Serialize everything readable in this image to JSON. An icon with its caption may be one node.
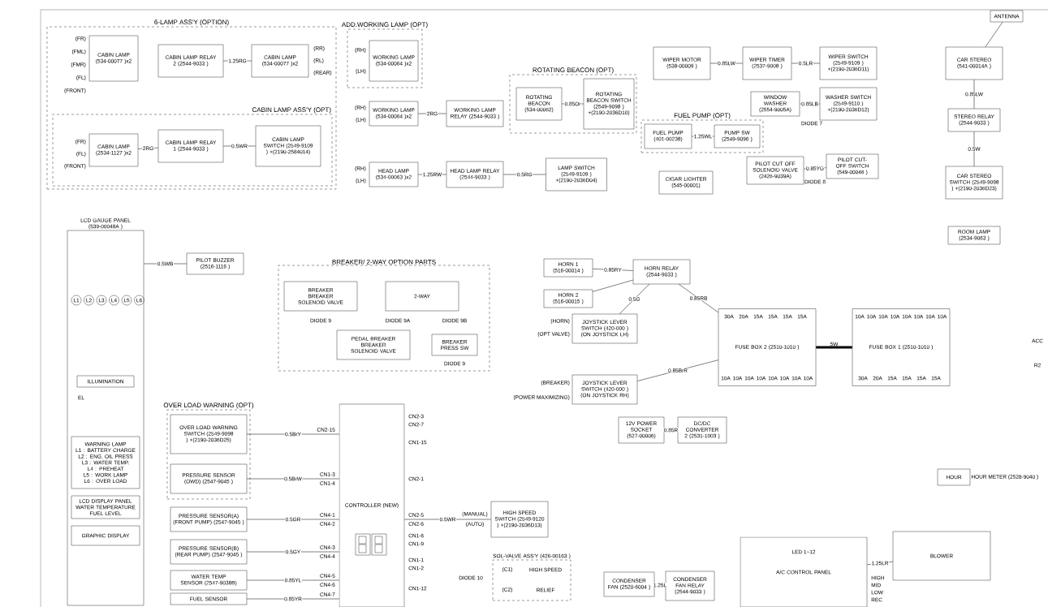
{
  "diagram": {
    "nodes": [
      {
        "text": [
          "6-LAMP ASS'Y (OPTION)"
        ]
      },
      {
        "text": [
          "CABIN LAMP ASS'Y (OPT)"
        ],
        "in": 0
      },
      {
        "text": [
          "CABIN LAMP (534-00077 )x2"
        ],
        "in": 0
      },
      {
        "text": [
          "CABIN LAMP RELAY 2 (2544-9033 )"
        ],
        "in": 0
      },
      {
        "text": [
          "CABIN LAMP (534-00077 )x2"
        ],
        "in": 0
      },
      {
        "text": [
          "CABIN LAMP (2534-1127 )x2"
        ],
        "in": 1
      },
      {
        "text": [
          "CABIN LAMP RELAY 1 (2544-9033 )"
        ],
        "in": 1
      },
      {
        "text": [
          "CABIN LAMP SWITCH (2549-9109 ) +(2190-2584014)"
        ],
        "in": 1
      },
      {
        "text": [
          "ADD.WORKING LAMP (OPT)"
        ]
      },
      {
        "text": [
          "WORKING LAMP (534-00064 )x2"
        ],
        "in": 8
      },
      {
        "text": [
          "WORKING LAMP (534-00064 )x2"
        ]
      },
      {
        "text": [
          "HEAD LAMP (534-00063 )x2"
        ]
      },
      {
        "text": [
          "WORKING LAMP RELAY (2544-9033 )"
        ]
      },
      {
        "text": [
          "HEAD LAMP RELAY (2544-9033 )"
        ]
      },
      {
        "text": [
          "ROTATING BEACON (OPT)"
        ]
      },
      {
        "text": [
          "ROTATING BEACON (534-00062)"
        ],
        "in": 14
      },
      {
        "text": [
          "ROTATING BEACON SWITCH (2549-9098 ) +(2190-2036D10)"
        ],
        "in": 14
      },
      {
        "text": [
          "LAMP SWITCH (2549-9109 ) +(2190-2036D04)"
        ]
      },
      {
        "text": [
          "WIPER MOTOR (538-00009 )"
        ]
      },
      {
        "text": [
          "WIPER TIMER (2537-9008 )"
        ]
      },
      {
        "text": [
          "WIPER SWITCH (2549-9109 ) +(2190-2036D11)"
        ]
      },
      {
        "text": [
          "FUEL PUMP (OPT)"
        ]
      },
      {
        "text": [
          "FUEL PUMP (401-00238)"
        ],
        "in": 21
      },
      {
        "text": [
          "PUMP SW (2549-9096 )"
        ],
        "in": 21
      },
      {
        "text": [
          "CIGAR LIGHTER (545-00001)"
        ]
      },
      {
        "text": [
          "WINDOW WASHER (2554-9005A)"
        ]
      },
      {
        "text": [
          "WASHER SWITCH (2549-9110 ) +(2190-2036D12)"
        ]
      },
      {
        "text": [
          "PILOT CUT OFF SOLENOID VALVE (2426-9039A)"
        ]
      },
      {
        "text": [
          "PILOT CUT-OFF SWITCH (549-00046 )"
        ]
      },
      {
        "text": [
          "CAR STEREO (541-00014A )"
        ]
      },
      {
        "text": [
          "STEREO RELAY (2544-9033 )"
        ]
      },
      {
        "text": [
          "CAR STEREO SWITCH (2549-9098 ) +(2190-2036D23)"
        ]
      },
      {
        "text": [
          "ROOM LAMP (2534-9063 )"
        ]
      },
      {
        "text": [
          "LCD GAUGE PANEL (539-00048A )"
        ]
      },
      {
        "text": [
          "WARNING LAMP",
          "L1 : BATTERY CHARGE",
          "L2 : ENG. OIL PRESS",
          "L3 : WATER TEMP.",
          "L4 : PREHEAT",
          "L5 : WORK LAMP",
          "L6 : OVER LOAD"
        ],
        "in": 33
      },
      {
        "text": [
          "LCD DISPLAY PANEL",
          "WATER TEMPERATURE",
          "FUEL LEVEL"
        ],
        "in": 33
      },
      {
        "text": [
          "GRAPHIC DISPLAY"
        ],
        "in": 33
      },
      {
        "text": [
          "ILLUMINATION"
        ],
        "in": 33
      },
      {
        "text": [
          "PILOT BUZZER (2516-1116 )"
        ]
      },
      {
        "text": [
          "BREAKER/ 2-WAY OPTION PARTS"
        ]
      },
      {
        "text": [
          "BREAKER",
          "BREAKER SOLENOID VALVE"
        ],
        "in": 39
      },
      {
        "text": [
          "2-WAY"
        ],
        "in": 39
      },
      {
        "text": [
          "PEDAL BREAKER",
          "BREAKER SOLENOID VALVE"
        ],
        "in": 39
      },
      {
        "text": [
          "BREAKER PRESS SW"
        ],
        "in": 39
      },
      {
        "text": [
          "OVER LOAD WARNING (OPT)"
        ]
      },
      {
        "text": [
          "OVER LOAD WARNING SWITCH (2549-9098 ) +(2190-2036D25)"
        ],
        "in": 44
      },
      {
        "text": [
          "PRESSURE SENSOR (OWD) (2547-9045 )"
        ],
        "in": 44
      },
      {
        "text": [
          "PRESSURE SENSOR(A) (FRONT PUMP) (2547-9045 )"
        ]
      },
      {
        "text": [
          "PRESSURE SENSOR(B) (REAR PUMP) (2547-9045 )"
        ]
      },
      {
        "text": [
          "WATER TEMP SENSOR (2547-9038B)"
        ]
      },
      {
        "text": [
          "FUEL SENSOR"
        ]
      },
      {
        "text": [
          "CONTROLLER (NEW)"
        ]
      },
      {
        "text": [
          "HORN 1 (516-00014 )"
        ]
      },
      {
        "text": [
          "HORN 2 (516-00015 )"
        ]
      },
      {
        "text": [
          "HORN RELAY (2544-9033 )"
        ]
      },
      {
        "text": [
          "JOYSTICK LEVER SWITCH (420-000 ) (ON JOYSTICK LH)"
        ]
      },
      {
        "text": [
          "JOYSTICK LEVER SWITCH (420-000 ) (ON JOYSTICK RH)"
        ]
      },
      {
        "text": [
          "12V POWER SOCKET (527-00006)"
        ]
      },
      {
        "text": [
          "DC/DC CONVERTER 2 (2531-1003 )"
        ]
      },
      {
        "text": [
          "FUSE BOX 2 (2510-1010 )"
        ]
      },
      {
        "text": [
          "FUSE BOX 1 (2510-1010 )"
        ]
      },
      {
        "text": [
          "HOUR"
        ],
        "beside": [
          "HOUR METER (2528-9040 )"
        ]
      },
      {
        "text": [
          "HIGH SPEED SWITCH (2549-9120 ) +(2190-2036D13)"
        ]
      },
      {
        "text": [
          "SOL-VALVE ASS'Y (426-00163 )"
        ]
      },
      {
        "text": [
          "CONDENSER FAN (2520-6004 )"
        ]
      },
      {
        "text": [
          "CONDENSER FAN RELAY (2544-9033 )"
        ]
      },
      {
        "text": [
          "A/C CONTROL PANEL"
        ]
      },
      {
        "text": [
          "BLOWER"
        ]
      },
      {
        "text": [
          "ANTENNA"
        ]
      }
    ],
    "edges": [
      {
        "from": 5,
        "to": 6,
        "arrow": "none",
        "label": "2RG"
      },
      {
        "from": 6,
        "to": 7,
        "arrow": "none",
        "label": "0.5WR"
      },
      {
        "from": 3,
        "to": 4,
        "arrow": "none",
        "label": "1.25RG"
      },
      {
        "from": 10,
        "to": 12,
        "arrow": "none",
        "label": "2RG"
      },
      {
        "from": 11,
        "to": 13,
        "arrow": "none",
        "label": "1.25RW"
      },
      {
        "from": 13,
        "to": 17,
        "arrow": "none",
        "label": "0.5RG"
      },
      {
        "from": 15,
        "to": 16,
        "arrow": "none",
        "label": "0.85Or"
      },
      {
        "from": 18,
        "to": 19,
        "arrow": "none",
        "label": "0.85LW"
      },
      {
        "from": 19,
        "to": 20,
        "arrow": "none",
        "label": "0.5LR"
      },
      {
        "from": 22,
        "to": 23,
        "arrow": "none",
        "label": "1.25WL"
      },
      {
        "from": 25,
        "to": 26,
        "arrow": "none",
        "label": "0.85LB"
      },
      {
        "from": 27,
        "to": 28,
        "arrow": "none",
        "label": "0.85YG"
      },
      {
        "from": 30,
        "to": 29,
        "arrow": "none",
        "label": "0.85LW"
      },
      {
        "from": 52,
        "to": 54,
        "arrow": "none",
        "label": "0.85RY"
      },
      {
        "from": 53,
        "to": 54,
        "arrow": "none"
      },
      {
        "from": 55,
        "to": 54,
        "arrow": "none",
        "label": "0.5G"
      },
      {
        "from": 57,
        "to": 58,
        "arrow": "none",
        "label": "0.85R"
      },
      {
        "from": 56,
        "to": 59,
        "arrow": "none",
        "label": "0.85BrR"
      },
      {
        "from": 33,
        "to": 38,
        "arrow": "none",
        "label": "0.5WB"
      },
      {
        "from": 45,
        "to": 51,
        "arrow": "none",
        "label": "0.5BrY"
      },
      {
        "from": 46,
        "to": 51,
        "arrow": "none",
        "label": "0.5BrW"
      },
      {
        "from": 47,
        "to": 51,
        "arrow": "none",
        "label": "0.5GR"
      },
      {
        "from": 48,
        "to": 51,
        "arrow": "none",
        "label": "0.5GY"
      },
      {
        "from": 49,
        "to": 51,
        "arrow": "none",
        "label": "0.85YL"
      },
      {
        "from": 50,
        "to": 51,
        "arrow": "none",
        "label": "0.85YR"
      },
      {
        "from": 51,
        "to": 62,
        "arrow": "none",
        "label": "0.5WR"
      },
      {
        "from": 64,
        "to": 65,
        "arrow": "none",
        "label": "1.25L"
      },
      {
        "from": 59,
        "to": 60,
        "arrow": "none",
        "label": "5W",
        "style": "thick"
      },
      {
        "from": 54,
        "to": 59,
        "arrow": "none",
        "label": "0.85RB"
      },
      {
        "from": 30,
        "to": 31,
        "arrow": "none",
        "label": "0.5W"
      },
      {
        "from": 66,
        "to": 67,
        "arrow": "none",
        "label": "1.25LR"
      },
      {
        "from": 68,
        "to": 29,
        "arrow": "none"
      }
    ],
    "labels": [
      "(FR)",
      "(FML)",
      "(FMR)",
      "(FL)",
      "(FRONT)",
      "(RR)",
      "(RL)",
      "(REAR)",
      "(FR)",
      "(FL)",
      "(FRONT)",
      "(RH)",
      "(LH)",
      "(RH)",
      "(LH)",
      "(RH)",
      "(LH)",
      "L1",
      "L2",
      "L3",
      "L4",
      "L5",
      "L6",
      "EL",
      "DIODE 9",
      "DIODE 9A",
      "DIODE 9B",
      "DIODE 9",
      "(HORN)",
      "(OPT VALVE)",
      "(BREAKER)",
      "(POWER MAXIMIZING)",
      "CN2-15",
      "CN1-3",
      "CN1-4",
      "CN4-1",
      "CN4-2",
      "CN4-3",
      "CN4-4",
      "CN4-5",
      "CN4-6",
      "CN4-7",
      "CN2-3",
      "CN2-7",
      "CN1-15",
      "CN2-1",
      "CN2-5",
      "CN2-6",
      "CN1-6",
      "CN1-9",
      "CN1-1",
      "CN1-2",
      "CN1-12",
      "(MANUAL)",
      "(AUTO)",
      "(C1)",
      "HIGH SPEED",
      "(C2)",
      "RELIEF",
      "DIODE 10",
      "30A",
      "20A",
      "15A",
      "15A",
      "15A",
      "15A",
      "10A",
      "10A",
      "10A",
      "10A",
      "10A",
      "10A",
      "10A",
      "10A",
      "10A",
      "10A",
      "10A",
      "10A",
      "10A",
      "10A",
      "10A",
      "10A",
      "30A",
      "20A",
      "15A",
      "15A",
      "15A",
      "15A",
      "LED 1~12",
      "HIGH",
      "MID",
      "LOW",
      "REC",
      "ACC",
      "R2",
      "DIODE 7",
      "DIODE 8"
    ]
  }
}
